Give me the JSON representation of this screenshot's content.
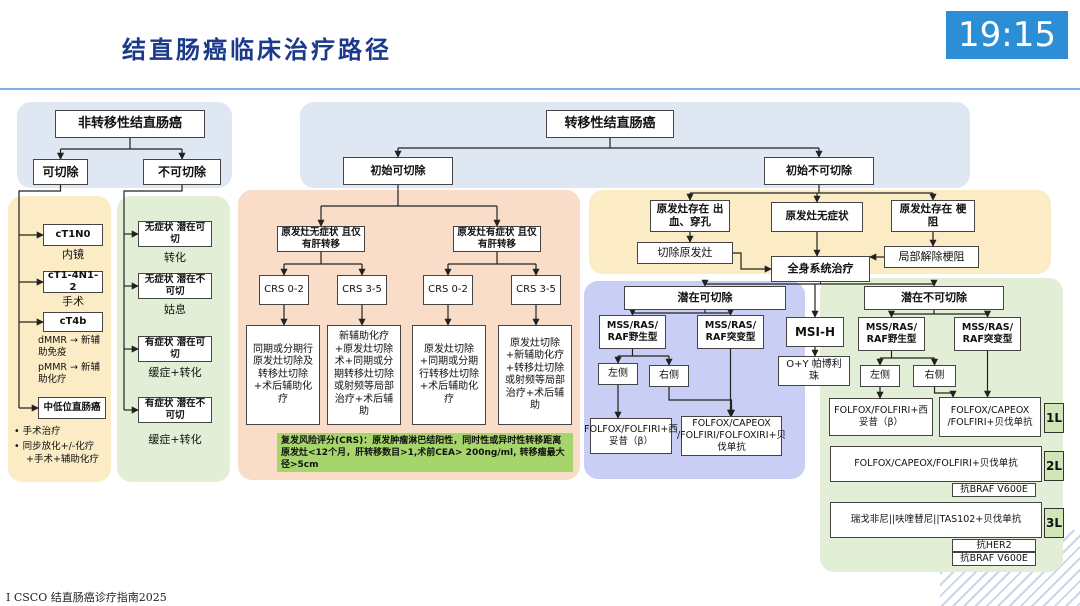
{
  "header": {
    "title": "结直肠癌临床治疗路径",
    "clock": "19:15"
  },
  "footer": {
    "text": "I CSCO 结直肠癌诊疗指南2025"
  },
  "nonmeta": {
    "title": "非转移性结直肠癌",
    "resectable": "可切除",
    "unresectable": "不可切除",
    "stages": [
      {
        "stage": "cT1N0",
        "tx": "内镜"
      },
      {
        "stage": "cT1-4N1-2",
        "tx": "手术"
      },
      {
        "stage": "cT4b"
      }
    ],
    "t4b_items": [
      "dMMR → 新辅助免疫",
      "pMMR → 新辅助化疗"
    ],
    "low_rectal": "中低位直肠癌",
    "low_rectal_notes": [
      "手术治疗",
      "同步放化+/-化疗",
      "+手术+辅助化疗"
    ],
    "unres_items": [
      {
        "box": "无症状 潜在可切",
        "tx": "转化"
      },
      {
        "box": "无症状 潜在不可切",
        "tx": "姑息"
      },
      {
        "box": "有症状 潜在可切",
        "tx": "缓症+转化"
      },
      {
        "box": "有症状 潜在不可切",
        "tx": "缓症+转化"
      }
    ]
  },
  "meta": {
    "title": "转移性结直肠癌",
    "initially_resectable": "初始可切除",
    "initially_unresectable": "初始不可切除",
    "res": {
      "asym": "原发灶无症状 且仅有肝转移",
      "sym": "原发灶有症状 且仅有肝转移",
      "crs_low": "CRS 0-2",
      "crs_high": "CRS 3-5",
      "asym_low": "同期或分期行原发灶切除及转移灶切除+术后辅助化疗",
      "asym_high": "新辅助化疗+原发灶切除术+同期或分期转移灶切除或射频等局部治疗+术后辅助",
      "sym_low": "原发灶切除+同期或分期行转移灶切除+术后辅助化疗",
      "sym_high": "原发灶切除+新辅助化疗+转移灶切除或射频等局部治疗+术后辅助",
      "crs_note": "复发风险评分(CRS)：原发肿瘤淋巴结阳性，同时性或异时性转移距离原发灶<12个月，肝转移数目>1,术前CEA> 200ng/ml, 转移瘤最大径>5cm"
    },
    "unres": {
      "bleed": "原发灶存在 出血、穿孔",
      "nosym": "原发灶无症状",
      "obstruct": "原发灶存在 梗阻",
      "cut_primary": "切除原发灶",
      "local_relief": "局部解除梗阻",
      "systemic": "全身系统治疗",
      "potential_res": "潜在可切除",
      "potential_unres": "潜在不可切除",
      "pr_wild": "MSS/RAS/ RAF野生型",
      "pr_mut": "MSS/RAS/ RAF突变型",
      "pr_left": "左侧",
      "pr_right": "右侧",
      "pr_wild_tx": "FOLFOX/FOLFIRI+西妥昔（β）",
      "pr_mut_tx": "FOLFOX/CAPEOX /FOLFIRI/FOLFOXIRI+贝伐单抗",
      "msih": "MSI-H",
      "msih_tx": "O+Y 帕博利珠",
      "pu_wild": "MSS/RAS/ RAF野生型",
      "pu_mut": "MSS/RAS/ RAF突变型",
      "pu_left": "左侧",
      "pu_right": "右侧",
      "pu_wild_tx": "FOLFOX/FOLFIRI+西妥昔（β）",
      "pu_mut_tx": "FOLFOX/CAPEOX /FOLFIRI+贝伐单抗",
      "line2": "FOLFOX/CAPEOX/FOLFIRI+贝伐单抗",
      "line2_braf": "抗BRAF V600E",
      "line3": "瑞戈非尼||呋喹替尼||TAS102+贝伐单抗",
      "line3_her2": "抗HER2",
      "line3_braf": "抗BRAF V600E",
      "tag_1l": "1L",
      "tag_2l": "2L",
      "tag_3l": "3L"
    }
  },
  "colors": {
    "title": "#1b3a8c",
    "clock_bg": "#2c8fd6",
    "region_blue": "#dfe7f3",
    "region_orange": "#f9ddc9",
    "region_yellow": "#fbecc6",
    "region_green": "#e2efd6",
    "region_violet": "#c9cef5",
    "note_bg": "#a6d56b"
  }
}
